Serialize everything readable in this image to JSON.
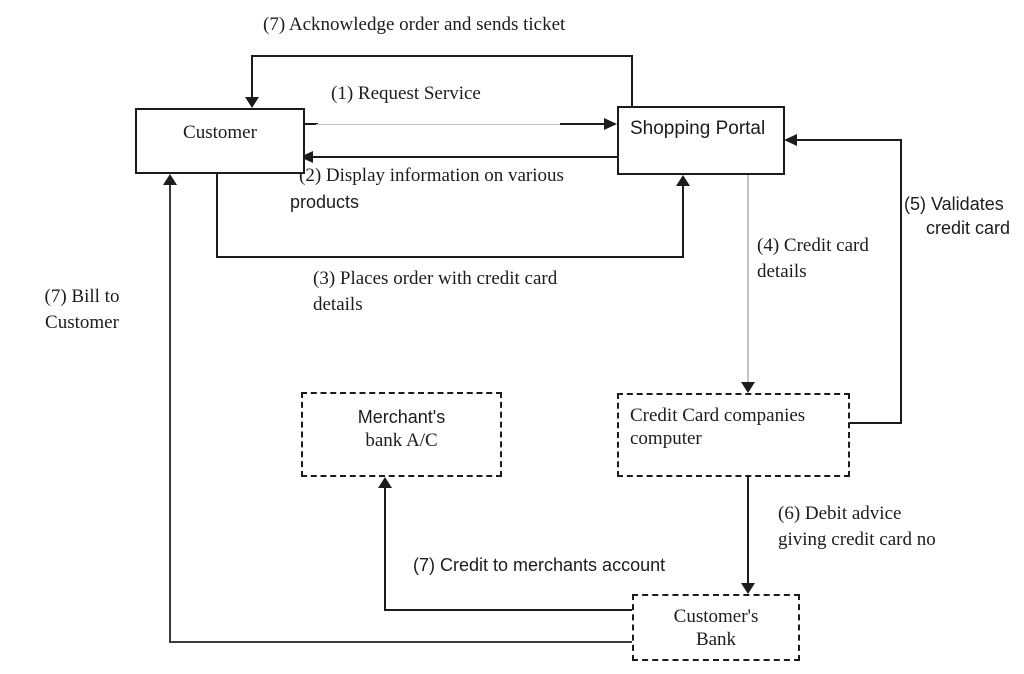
{
  "diagram": {
    "background_color": "#ffffff",
    "line_color": "#1c1c1c",
    "light_line_color": "#c4c4c4",
    "nodes": {
      "customer": {
        "label": "Customer",
        "border": "solid"
      },
      "shopping_portal": {
        "label": "Shopping Portal",
        "border": "solid"
      },
      "merchants_bank": {
        "line1": "Merchant's",
        "line2": "bank A/C",
        "border": "dashed"
      },
      "credit_card_computer": {
        "line1": "Credit Card companies",
        "line2": "computer",
        "border": "dashed"
      },
      "customers_bank": {
        "line1": "Customer's",
        "line2": "Bank",
        "border": "dashed"
      }
    },
    "edges": {
      "acknowledge": {
        "label": "(7) Acknowledge order and sends ticket",
        "from": "shopping_portal",
        "to": "customer"
      },
      "request_service": {
        "label": "(1) Request Service",
        "from": "customer",
        "to": "shopping_portal"
      },
      "display_info": {
        "line1": "(2) Display information on various",
        "line2": "products",
        "from": "shopping_portal",
        "to": "customer"
      },
      "places_order": {
        "line1": "(3) Places order with credit card",
        "line2": "details",
        "from": "customer",
        "to": "shopping_portal"
      },
      "credit_card_details": {
        "line1": "(4) Credit card",
        "line2": "details",
        "from": "shopping_portal",
        "to": "credit_card_computer"
      },
      "validates": {
        "line1": "(5) Validates",
        "line2": "credit card",
        "from": "credit_card_computer",
        "to": "shopping_portal"
      },
      "debit_advice": {
        "line1": "(6) Debit advice",
        "line2": "giving credit card no",
        "from": "credit_card_computer",
        "to": "customers_bank"
      },
      "credit_merchant": {
        "label": "(7) Credit to merchants account",
        "from": "customers_bank",
        "to": "merchants_bank"
      },
      "bill_customer": {
        "line1": "(7) Bill to",
        "line2": "Customer",
        "from": "customers_bank",
        "to": "customer"
      }
    }
  }
}
